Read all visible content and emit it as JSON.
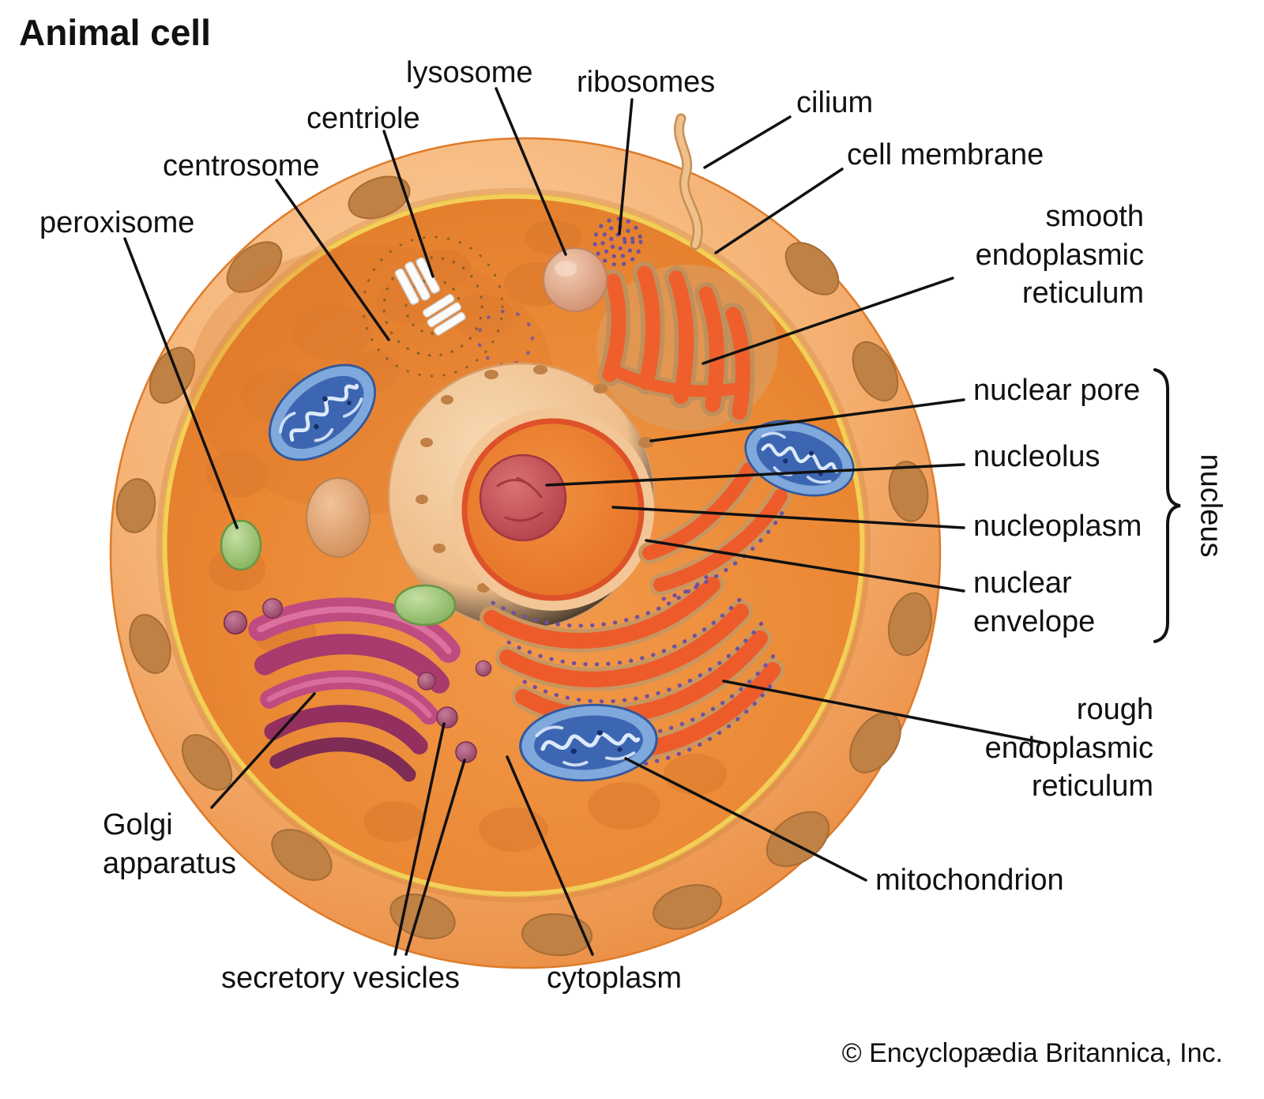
{
  "title": "Animal cell",
  "credit": "© Encyclopædia Britannica, Inc.",
  "labels": {
    "peroxisome": "peroxisome",
    "centrosome": "centrosome",
    "centriole": "centriole",
    "lysosome": "lysosome",
    "ribosomes": "ribosomes",
    "cilium": "cilium",
    "cell_membrane": "cell membrane",
    "smooth_er": "smooth\nendoplasmic\nreticulum",
    "nuclear_pore": "nuclear pore",
    "nucleolus": "nucleolus",
    "nucleoplasm": "nucleoplasm",
    "nuclear_envelope": "nuclear\nenvelope",
    "nucleus": "nucleus",
    "rough_er": "rough\nendoplasmic\nreticulum",
    "mitochondrion": "mitochondrion",
    "golgi_apparatus": "Golgi\napparatus",
    "secretory_vesicles": "secretory vesicles",
    "cytoplasm": "cytoplasm"
  },
  "colors": {
    "cell_outer": "#F5AE6B",
    "cytoplasm": "#E8862F",
    "membrane_line": "#F3CF58",
    "nuclear_envelope": "#F2C49A",
    "nucleoplasm": "#ED7C30",
    "nucleolus": "#C24A52",
    "mitochondrion": "#4A76C0",
    "golgi": "#B23E72",
    "endoplasmic_reticulum": "#EE5B2A",
    "peroxisome": "#8CBB6A",
    "secretory_vesicle": "#9C4467",
    "ribosome_dot": "#6F51A1",
    "label_text": "#111111"
  }
}
